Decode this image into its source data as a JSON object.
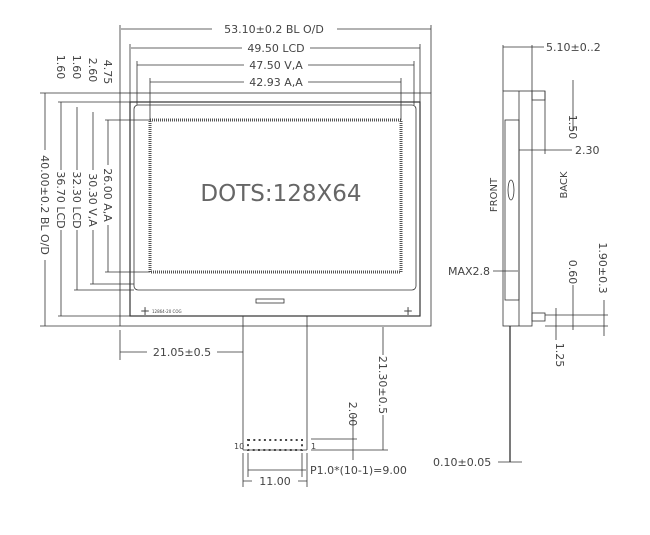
{
  "front_view": {
    "display_text": "DOTS:128X64",
    "part_marking": "12864-20 COG",
    "dims": {
      "bl_width": "53.10±0.2  BL  O/D",
      "lcd_width": "49.50  LCD",
      "va_width": "47.50  V,A",
      "aa_width": "42.93  A,A",
      "bl_height": "40.00±0.2  BL  O/D",
      "lcd_height": "36.70  LCD",
      "lcd_height2": "32.30  LCD",
      "va_height": "30.30  V,A",
      "aa_height": "26.00  A,A",
      "off1": "1.60",
      "off2": "1.60",
      "off3": "2.60",
      "off4": "4.75",
      "tail_offset": "21.05±0.5",
      "tail_length": "21.30±0.5",
      "pin_len": "2.00",
      "tail_width": "11.00",
      "pitch": "P1.0*(10-1)=9.00",
      "pin_first": "10",
      "pin_last": "1"
    }
  },
  "side_view": {
    "front_label": "FRONT",
    "back_label": "BACK",
    "dims": {
      "thickness": "5.10±0..2",
      "d150": "1.50",
      "d230": "2.30",
      "max": "MAX2.8",
      "d060": "0.60",
      "d190": "1.90±0.3",
      "d125": "1.25",
      "fpc": "0.10±0.05"
    }
  }
}
